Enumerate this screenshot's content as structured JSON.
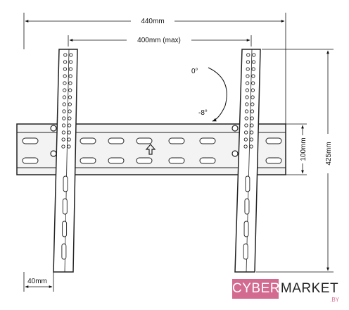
{
  "dimensions": {
    "overall_width": "440mm",
    "max_hole_spacing": "400mm (max)",
    "overall_height": "425mm",
    "rail_height": "100mm",
    "bracket_width": "40mm"
  },
  "tilt": {
    "upper_angle": "0°",
    "lower_angle": "-8°"
  },
  "logo": {
    "part1": "CYBER",
    "part2": "MARKET",
    "suffix": ".BY",
    "accent_color": "#d36a90"
  }
}
